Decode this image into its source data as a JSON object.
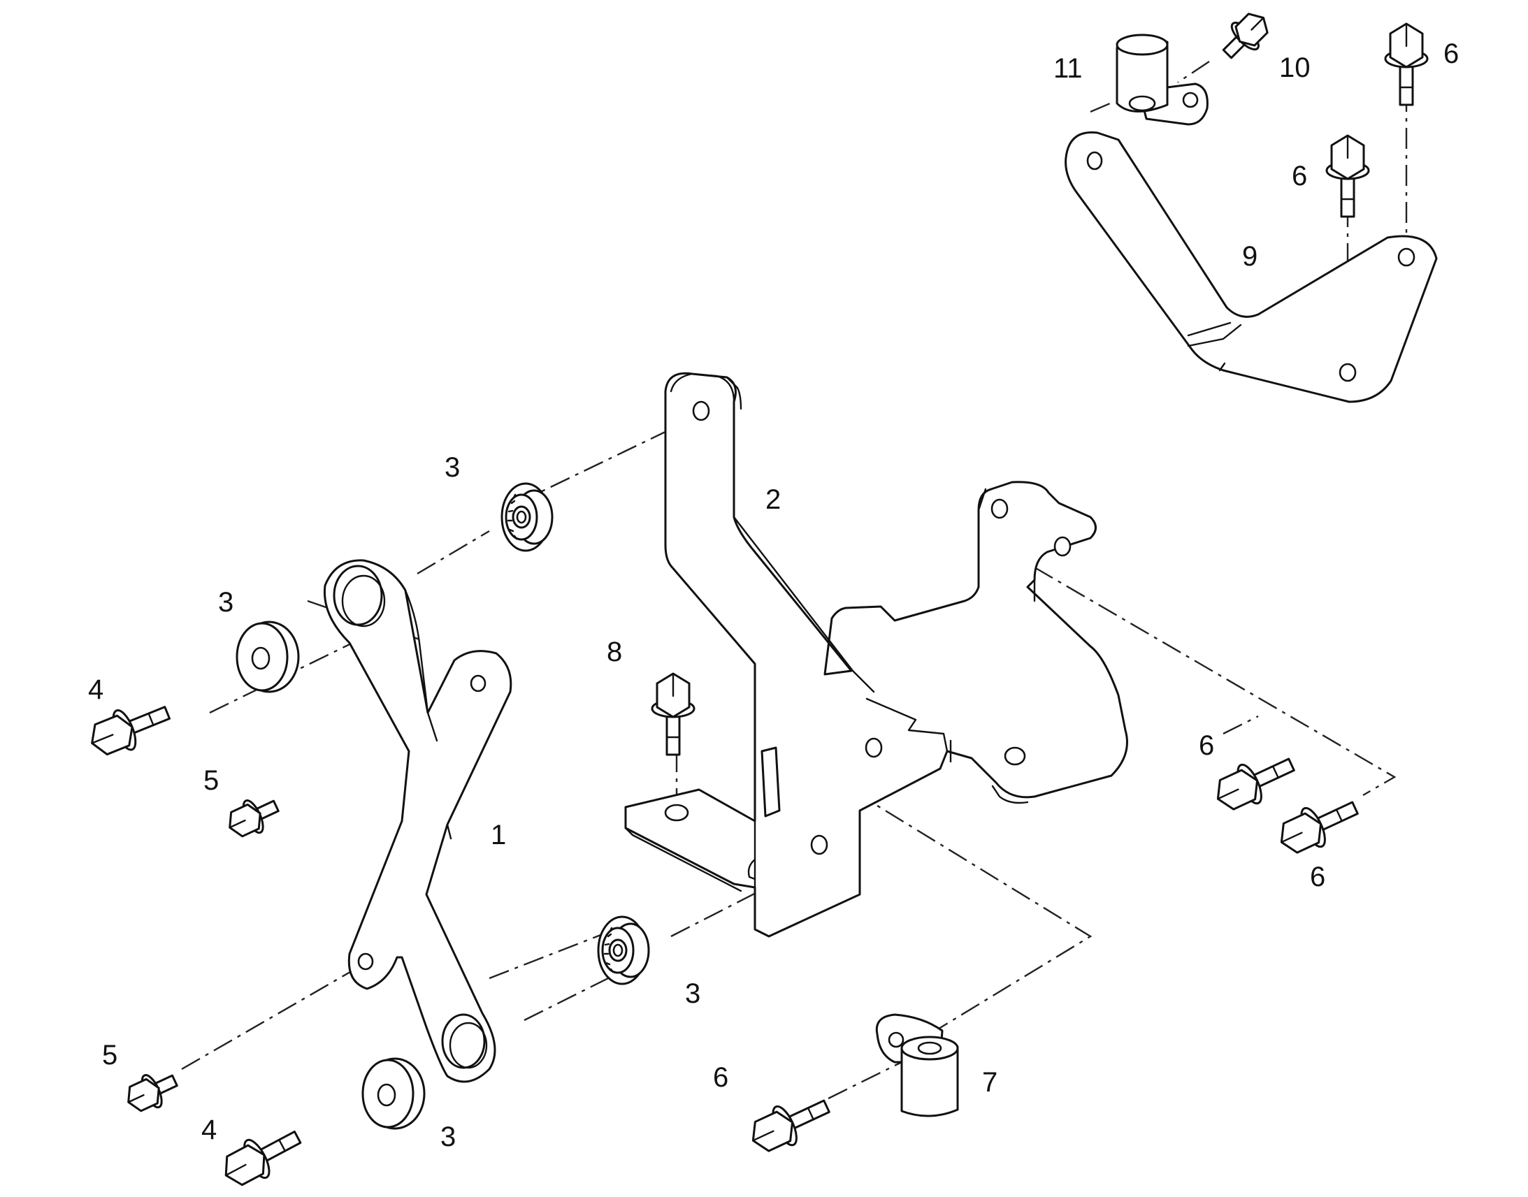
{
  "diagram": {
    "callouts": {
      "c1": "1",
      "c2": "2",
      "c3a": "3",
      "c3b": "3",
      "c3c": "3",
      "c3d": "3",
      "c4a": "4",
      "c4b": "4",
      "c5a": "5",
      "c5b": "5",
      "c6a": "6",
      "c6b": "6",
      "c6c": "6",
      "c6d": "6",
      "c6e": "6",
      "c7": "7",
      "c8": "8",
      "c9": "9",
      "c10": "10",
      "c11": "11"
    }
  },
  "colors": {
    "line": "#111111",
    "background": "#ffffff"
  },
  "icons": {
    "bolt": "hex-flange-bolt-icon",
    "bushing": "grommet-icon",
    "clamp": "cable-clamp-icon"
  }
}
